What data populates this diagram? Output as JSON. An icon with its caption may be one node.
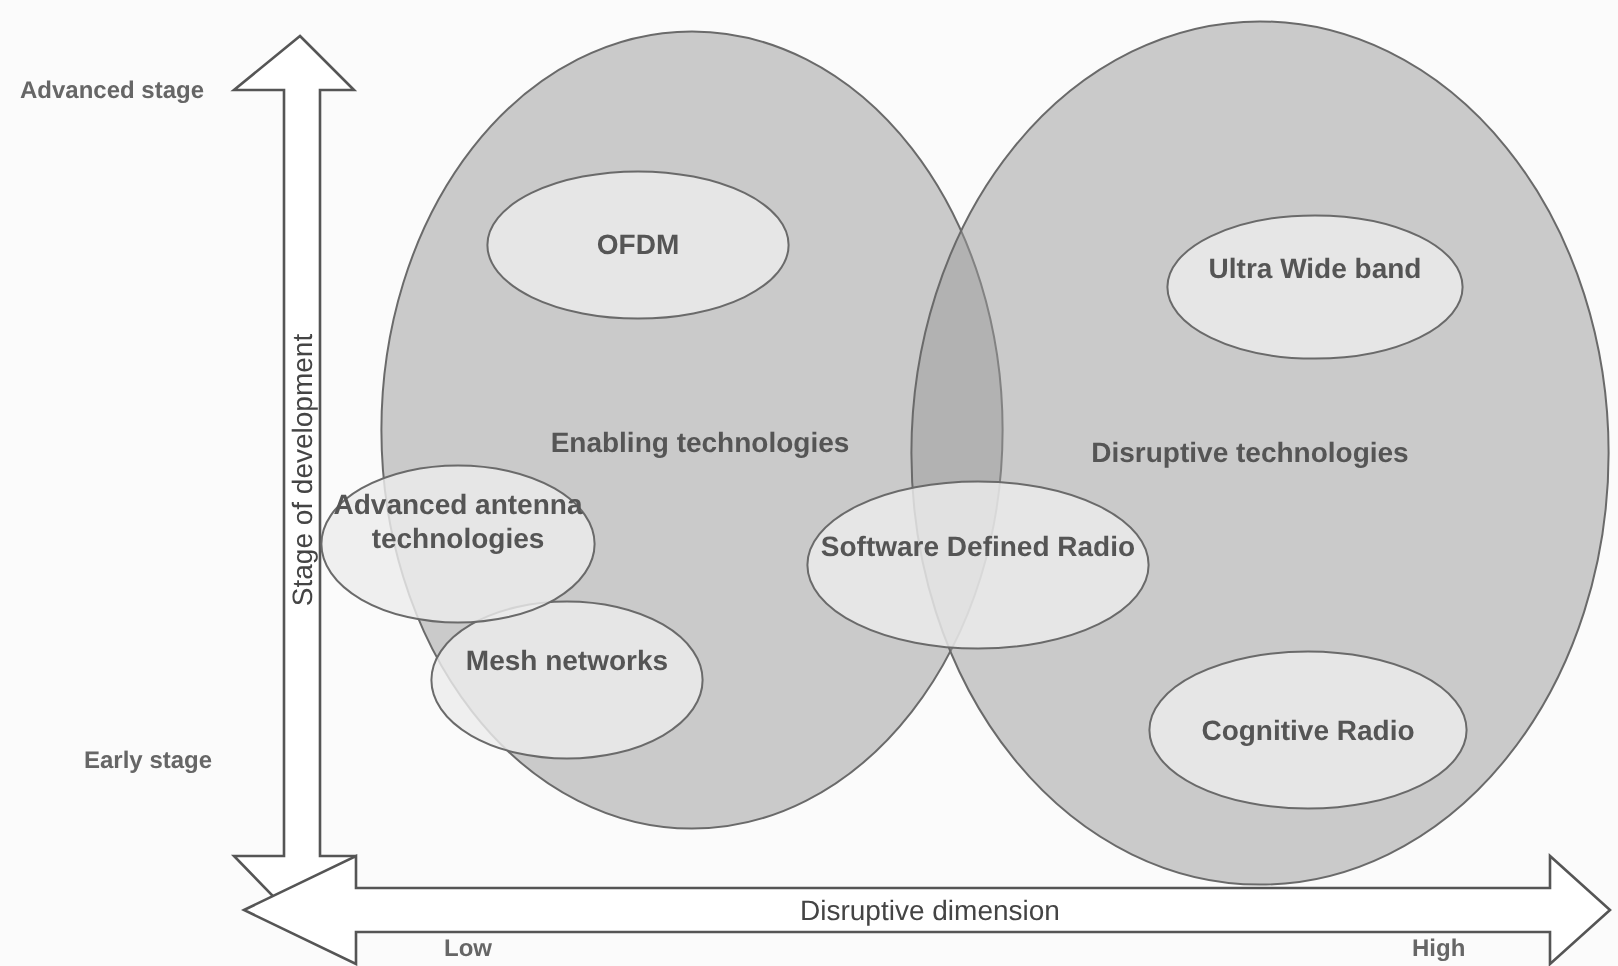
{
  "diagram": {
    "nodes": [
      {
        "text": [
          "Enabling technologies"
        ]
      },
      {
        "text": [
          "OFDM"
        ],
        "in": 0
      },
      {
        "text": [
          "Advanced antenna technologies"
        ]
      },
      {
        "text": [
          "Mesh networks"
        ],
        "in": 0
      },
      {
        "text": [
          "Disruptive technologies"
        ]
      },
      {
        "text": [
          "Ultra Wide band"
        ],
        "in": 4
      },
      {
        "text": [
          "Software Defined Radio"
        ]
      },
      {
        "text": [
          "Cognitive Radio"
        ],
        "in": 4
      }
    ],
    "edges": [],
    "labels": [
      "Advanced stage",
      "Stage of development",
      "Early stage",
      "Disruptive dimension",
      "Low",
      "High"
    ]
  }
}
